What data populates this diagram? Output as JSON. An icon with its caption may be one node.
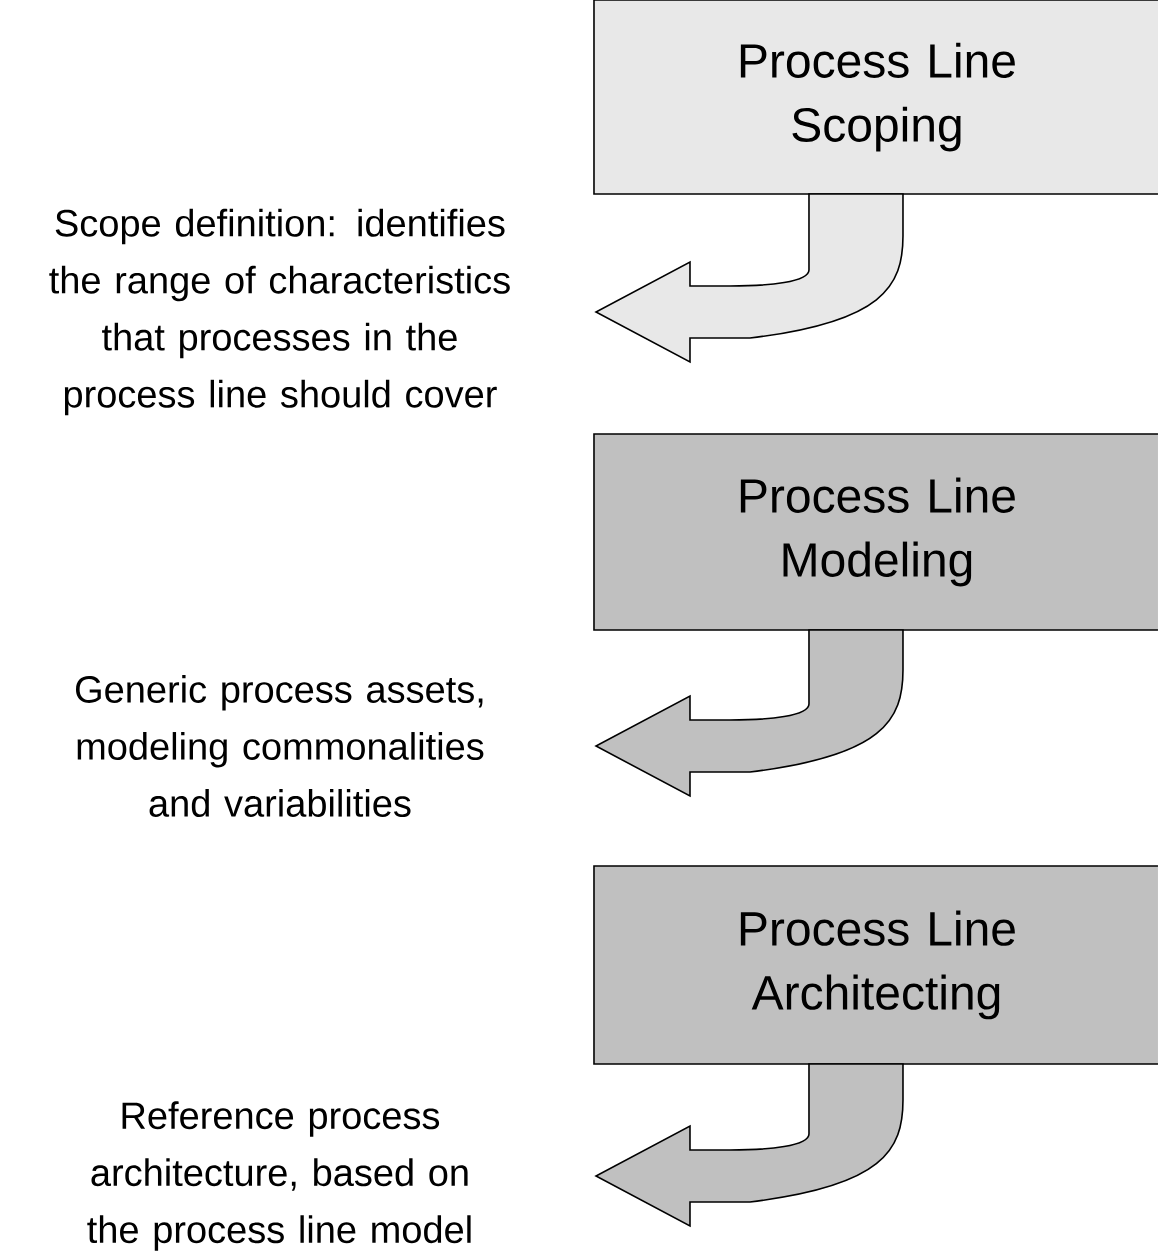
{
  "diagram": {
    "nodes": [
      {
        "text": [
          "Process Line Scoping"
        ]
      },
      {
        "text": [
          "Process Line Modeling"
        ]
      },
      {
        "text": [
          "Process Line Architecting"
        ]
      },
      {
        "text": [
          "Scope definition: identifies the range of characteristics that processes in the process line should cover"
        ]
      },
      {
        "text": [
          "Generic process assets, modeling commonalities and variabilities"
        ]
      },
      {
        "text": [
          "Reference process architecture, based on the process line model"
        ]
      }
    ],
    "edges": [
      {
        "from": 0,
        "to": 3,
        "arrow": "to",
        "color": "#e8e8e8"
      },
      {
        "from": 1,
        "to": 4,
        "arrow": "to"
      },
      {
        "from": 2,
        "to": 5,
        "arrow": "to"
      }
    ]
  }
}
